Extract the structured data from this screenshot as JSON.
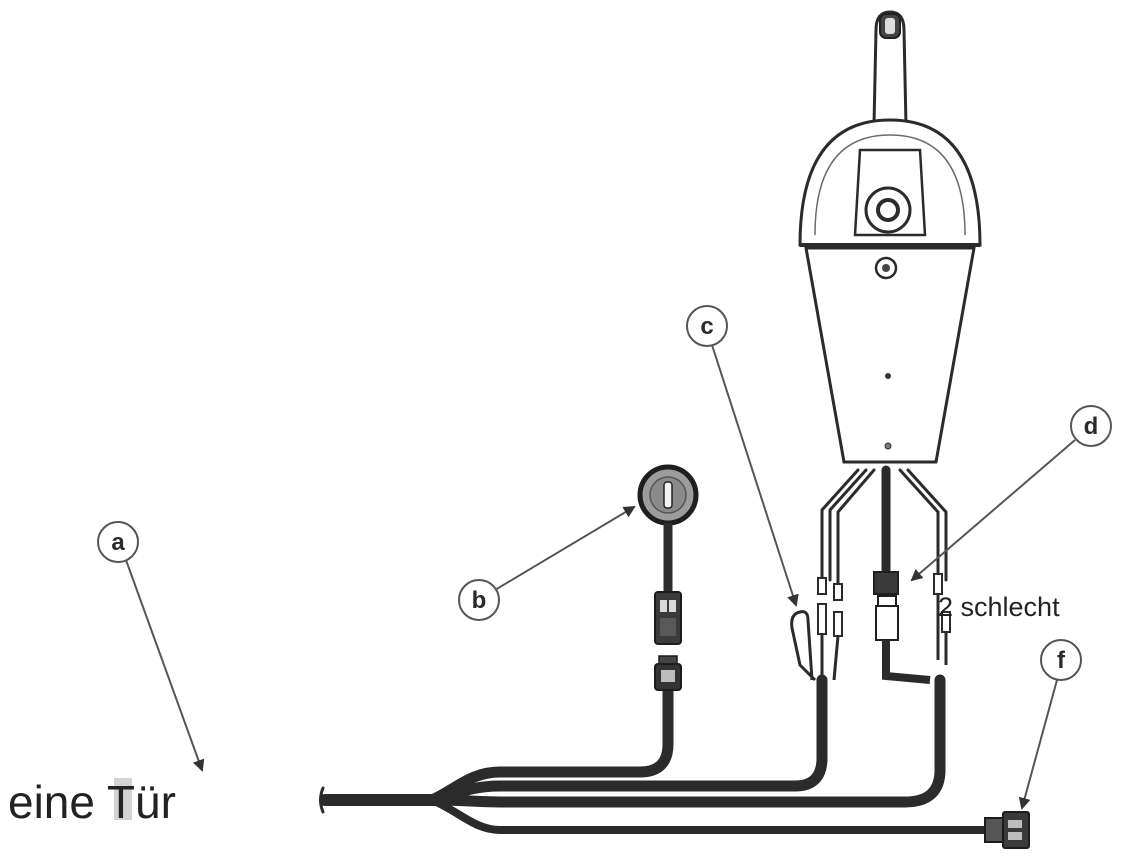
{
  "callouts": {
    "a": "a",
    "b": "b",
    "c": "c",
    "d": "d",
    "f": "f"
  },
  "captions": {
    "bottom_left": "eine Tür",
    "right": "2 schlecht"
  }
}
